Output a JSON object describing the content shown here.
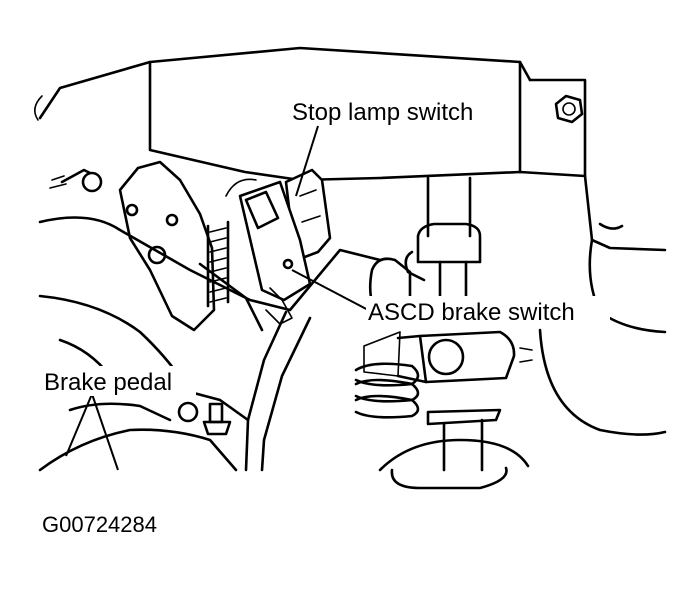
{
  "labels": {
    "stop_lamp_switch": "Stop lamp switch",
    "ascd_brake_switch": "ASCD brake switch",
    "brake_pedal": "Brake pedal"
  },
  "figure_id": "G00724284",
  "colors": {
    "ink": "#000000",
    "paper": "#ffffff"
  }
}
